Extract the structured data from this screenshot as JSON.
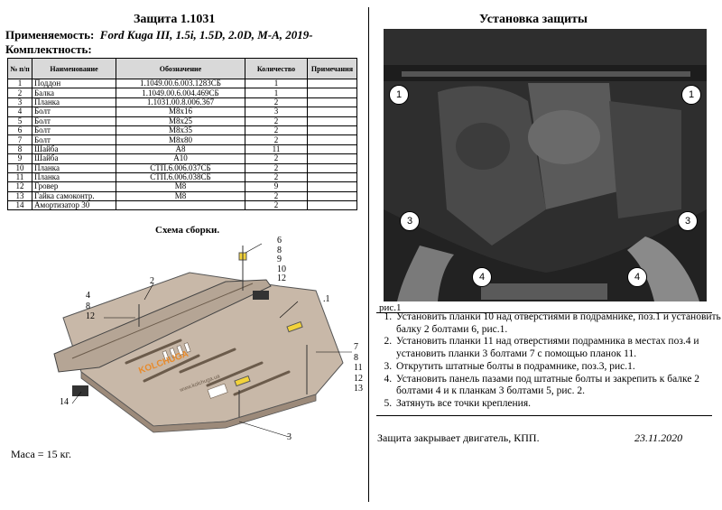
{
  "left": {
    "title": "Защита 1.1031",
    "applicability_label": "Применяемость:",
    "applicability_value": "Ford Kuga III, 1.5i, 1.5D, 2.0D, M-A, 2019-",
    "kit_label": "Комплектность:",
    "table": {
      "headers": [
        "№ п/п",
        "Наименование",
        "Обозначение",
        "Количество",
        "Примечания"
      ],
      "rows": [
        [
          "1",
          "Поддон",
          "1.1049.00.6.003.1283СБ",
          "1",
          ""
        ],
        [
          "2",
          "Балка",
          "1.1049.00.6.004.469СБ",
          "1",
          ""
        ],
        [
          "3",
          "Планка",
          "1.1031.00.8.006.367",
          "2",
          ""
        ],
        [
          "4",
          "Болт",
          "М8х16",
          "3",
          ""
        ],
        [
          "5",
          "Болт",
          "М8х25",
          "2",
          ""
        ],
        [
          "6",
          "Болт",
          "М8х35",
          "2",
          ""
        ],
        [
          "7",
          "Болт",
          "М8х80",
          "2",
          ""
        ],
        [
          "8",
          "Шайба",
          "А8",
          "11",
          ""
        ],
        [
          "9",
          "Шайба",
          "А10",
          "2",
          ""
        ],
        [
          "10",
          "Планка",
          "СТП.6.006.037СБ",
          "2",
          ""
        ],
        [
          "11",
          "Планка",
          "СТП.6.006.038СБ",
          "2",
          ""
        ],
        [
          "12",
          "Гровер",
          "М8",
          "9",
          ""
        ],
        [
          "13",
          "Гайка самоконтр.",
          "М8",
          "2",
          ""
        ],
        [
          "14",
          "Амортизатор 30",
          "",
          "2",
          ""
        ]
      ]
    },
    "scheme_title": "Схема сборки.",
    "scheme_labels": {
      "top_right": [
        "6",
        "8",
        "9",
        "10",
        "12"
      ],
      "label_2": "2",
      "label_1": ".1",
      "left_group": [
        "4",
        "8",
        "12"
      ],
      "right_group": [
        "7",
        "8",
        "11",
        "12",
        "13"
      ],
      "label_14": "14",
      "label_3": "3"
    },
    "brand": "KOLCHUGA",
    "website": "www.kolchuga.ua",
    "mass": "Маса = 15 кг."
  },
  "right": {
    "title": "Установка защиты",
    "callouts": [
      "1",
      "1",
      "3",
      "3",
      "4",
      "4"
    ],
    "fig_caption": "рис.1",
    "steps": [
      "Установить планки 10 над отверстиями в подрамнике, поз.1 и установить балку 2 болтами 6, рис.1.",
      "Установить планки 11 над отверстиями подрамника в местах поз.4 и установить планки 3 болтами 7 с помощью планок 11.",
      "Открутить штатные болты в подрамнике, поз.3, рис.1.",
      "Установить панель пазами под штатные болты  и закрепить к балке 2 болтами 4 и к планкам 3 болтами 5, рис. 2.",
      "Затянуть все точки крепления."
    ],
    "footer_note": "Защита закрывает двигатель, КПП.",
    "date": "23.11.2020"
  },
  "colors": {
    "plate": "#c8b8a8",
    "plate_dark": "#9c8a7a",
    "photo_bg": "#3a3a3a",
    "accent_yellow": "#f2d23a",
    "brand_orange": "#e88a2a"
  }
}
